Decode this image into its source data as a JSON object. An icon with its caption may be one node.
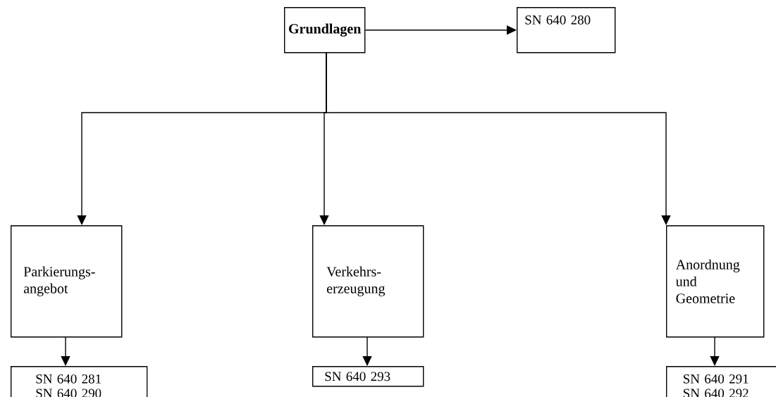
{
  "diagram": {
    "nodes": [
      {
        "text": [
          "Grundlagen"
        ]
      },
      {
        "text": [
          "SN 640 280"
        ]
      },
      {
        "text": [
          "Parkierungs- angebot"
        ]
      },
      {
        "text": [
          "Verkehrs- erzeugung"
        ]
      },
      {
        "text": [
          "Anordnung und Geometrie"
        ]
      },
      {
        "text": [
          "SN 640 281 SN 640 290"
        ]
      },
      {
        "text": [
          "SN 640 293"
        ]
      },
      {
        "text": [
          "SN 640 291 SN 640 292"
        ]
      }
    ],
    "edges": [
      {
        "from": 0,
        "to": 1,
        "arrow": "to"
      },
      {
        "from": 0,
        "to": 2,
        "arrow": "to"
      },
      {
        "from": 0,
        "to": 3,
        "arrow": "to"
      },
      {
        "from": 0,
        "to": 4,
        "arrow": "to"
      },
      {
        "from": 2,
        "to": 5,
        "arrow": "to"
      },
      {
        "from": 3,
        "to": 6,
        "arrow": "to"
      },
      {
        "from": 4,
        "to": 7,
        "arrow": "to"
      }
    ]
  }
}
